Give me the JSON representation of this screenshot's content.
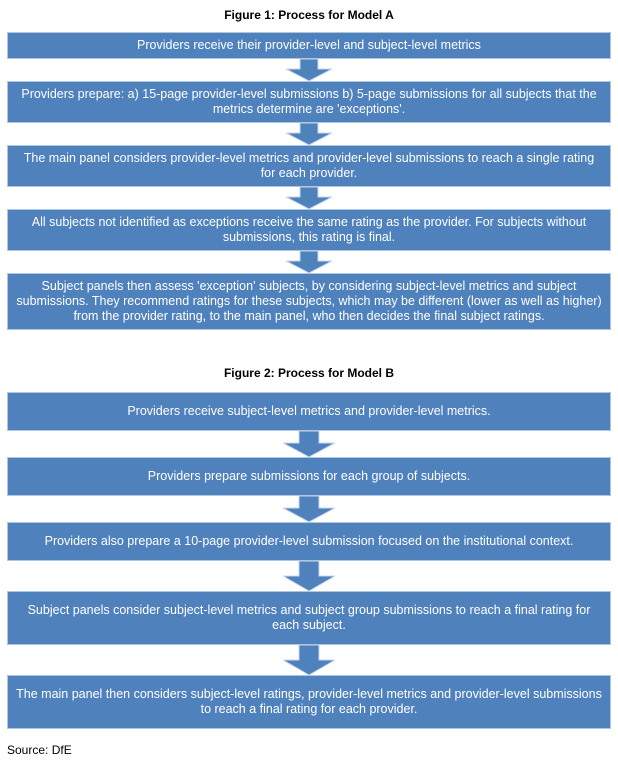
{
  "figures": [
    {
      "title": "Figure 1: Process for Model A",
      "steps": [
        "Providers receive their provider-level and subject-level metrics",
        "Providers prepare: a) 15-page provider-level submissions b) 5-page submissions for all subjects that the metrics determine are 'exceptions'.",
        "The main panel considers provider-level metrics and provider-level submissions to reach a single rating for each provider.",
        "All subjects not identified as exceptions receive the same rating as the provider. For subjects without submissions, this rating is final.",
        "Subject panels then assess 'exception' subjects, by considering subject-level metrics and subject submissions. They recommend ratings for these subjects, which may be different (lower as well as higher) from the provider rating, to the main panel, who then decides the final subject ratings."
      ]
    },
    {
      "title": "Figure 2: Process for Model B",
      "steps": [
        "Providers receive subject-level metrics and provider-level metrics.",
        "Providers prepare submissions for each group of subjects.",
        "Providers also prepare a 10-page provider-level submission focused on the institutional context.",
        "Subject panels consider subject-level metrics and subject group submissions to reach a final rating for each subject.",
        "The main panel then considers subject-level ratings, provider-level metrics and provider-level submissions to reach a final rating for each provider."
      ]
    }
  ],
  "source_note": "Source: DfE",
  "icons": {
    "connector": "down-arrow-icon"
  },
  "colors": {
    "box_fill": "#4F81BD",
    "box_border": "#AFC6E1",
    "arrow_fill": "#4F81BD",
    "arrow_outline": "#C9D7EA",
    "box_text": "#FFFFFF",
    "title_text": "#000000"
  }
}
